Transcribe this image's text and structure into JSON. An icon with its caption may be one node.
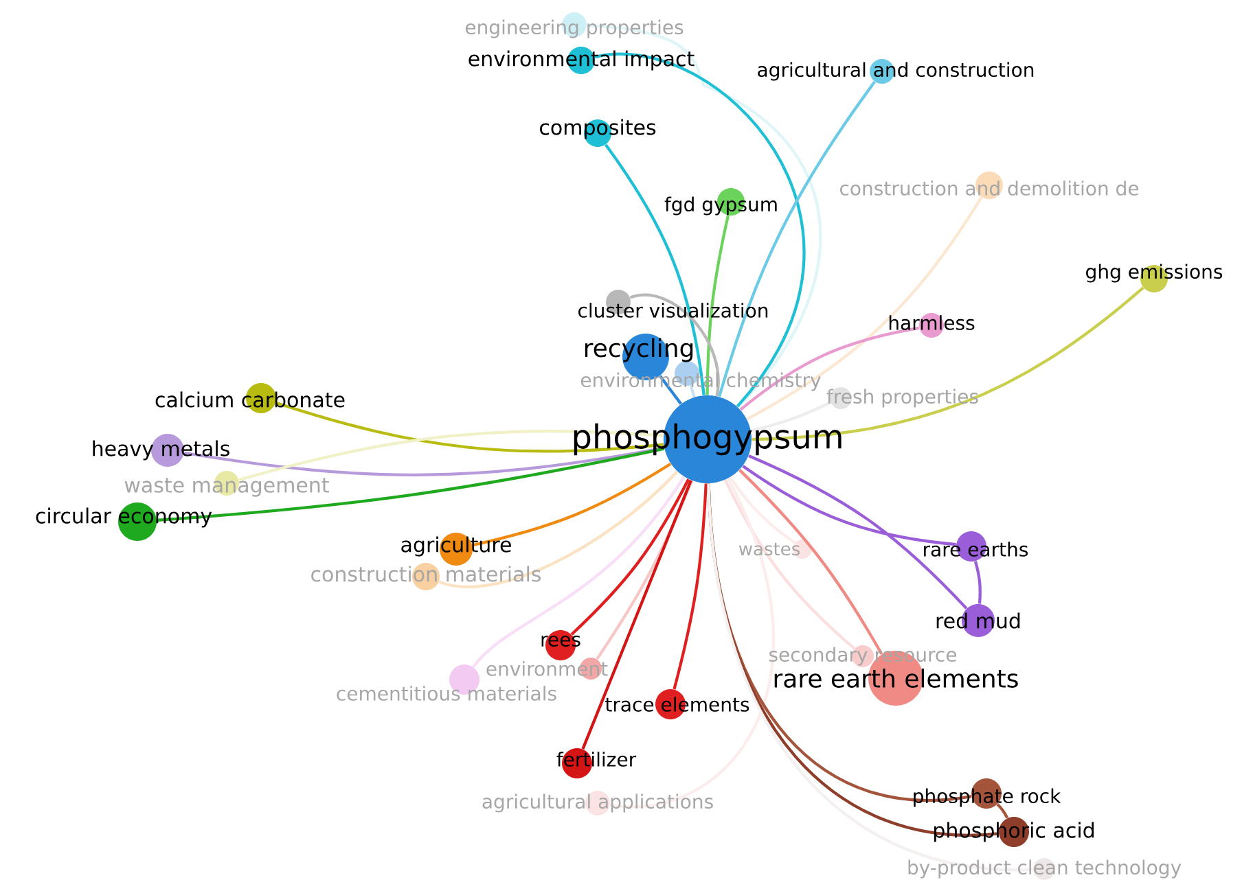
{
  "diagram": {
    "nodes": [
      {
        "text": [
          "engineering properties"
        ]
      },
      {
        "text": [
          "environmental impact"
        ]
      },
      {
        "text": [
          "agricultural and construction"
        ]
      },
      {
        "text": [
          "composites"
        ]
      },
      {
        "text": [
          "construction and demolition de"
        ]
      },
      {
        "text": [
          "fgd gypsum"
        ]
      },
      {
        "text": [
          "ghg emissions"
        ]
      },
      {
        "text": [
          "cluster visualization"
        ]
      },
      {
        "text": [
          "harmless"
        ]
      },
      {
        "text": [
          "recycling"
        ]
      },
      {
        "text": [
          "environmental chemistry"
        ]
      },
      {
        "text": [
          "fresh properties"
        ]
      },
      {
        "text": [
          "calcium carbonate"
        ]
      },
      {
        "text": [
          "phosphogypsum"
        ]
      },
      {
        "text": [
          "heavy metals"
        ]
      },
      {
        "text": [
          "waste management"
        ]
      },
      {
        "text": [
          "circular economy"
        ]
      },
      {
        "text": [
          "agriculture"
        ]
      },
      {
        "text": [
          "rare earths"
        ]
      },
      {
        "text": [
          "construction materials"
        ]
      },
      {
        "text": [
          "wastes"
        ]
      },
      {
        "text": [
          "red mud"
        ]
      },
      {
        "text": [
          "rees"
        ]
      },
      {
        "text": [
          "environment"
        ]
      },
      {
        "text": [
          "secondary resource"
        ]
      },
      {
        "text": [
          "cementitious materials"
        ]
      },
      {
        "text": [
          "rare earth elements"
        ]
      },
      {
        "text": [
          "trace elements"
        ]
      },
      {
        "text": [
          "fertilizer"
        ]
      },
      {
        "text": [
          "agricultural applications"
        ]
      },
      {
        "text": [
          "phosphate rock"
        ]
      },
      {
        "text": [
          "phosphoric acid"
        ]
      },
      {
        "text": [
          "by-product clean technology"
        ]
      }
    ],
    "edges": [
      {
        "from": 13,
        "to": 0,
        "arrow": "none",
        "color": "#dff5f8"
      },
      {
        "from": 13,
        "to": 1,
        "arrow": "none",
        "color": "#1fbfd6"
      },
      {
        "from": 13,
        "to": 2,
        "arrow": "none",
        "color": "#6bcbe6"
      },
      {
        "from": 13,
        "to": 3,
        "arrow": "none",
        "color": "#1fbfd6"
      },
      {
        "from": 13,
        "to": 4,
        "arrow": "none",
        "color": "#fce8d2"
      },
      {
        "from": 13,
        "to": 5,
        "arrow": "none",
        "color": "#6bd35c"
      },
      {
        "from": 13,
        "to": 6,
        "arrow": "none",
        "color": "#c9cf4c"
      },
      {
        "from": 13,
        "to": 7,
        "arrow": "none",
        "color": "#b8b8b8"
      },
      {
        "from": 13,
        "to": 8,
        "arrow": "none",
        "color": "#e99bd0"
      },
      {
        "from": 13,
        "to": 9,
        "arrow": "none",
        "color": "#2a86d9"
      },
      {
        "from": 13,
        "to": 10,
        "arrow": "none",
        "color": "#cae1f5"
      },
      {
        "from": 13,
        "to": 11,
        "arrow": "none",
        "color": "#ededed"
      },
      {
        "from": 13,
        "to": 12,
        "arrow": "none",
        "color": "#b8bb10"
      },
      {
        "from": 13,
        "to": 14,
        "arrow": "none",
        "color": "#b79adb"
      },
      {
        "from": 13,
        "to": 15,
        "arrow": "none",
        "color": "#f1f1c7"
      },
      {
        "from": 13,
        "to": 16,
        "arrow": "none",
        "color": "#1fa91f"
      },
      {
        "from": 13,
        "to": 17,
        "arrow": "none",
        "color": "#f08a10"
      },
      {
        "from": 13,
        "to": 18,
        "arrow": "none",
        "color": "#9a5ed9"
      },
      {
        "from": 13,
        "to": 19,
        "arrow": "none",
        "color": "#fbe2c3"
      },
      {
        "from": 13,
        "to": 20,
        "arrow": "none",
        "color": "#fceded"
      },
      {
        "from": 13,
        "to": 21,
        "arrow": "none",
        "color": "#9a5ed9"
      },
      {
        "from": 13,
        "to": 22,
        "arrow": "none",
        "color": "#e02020"
      },
      {
        "from": 13,
        "to": 23,
        "arrow": "none",
        "color": "#f7c7c7"
      },
      {
        "from": 13,
        "to": 24,
        "arrow": "none",
        "color": "#fbdfdf"
      },
      {
        "from": 13,
        "to": 25,
        "arrow": "none",
        "color": "#f8def7"
      },
      {
        "from": 13,
        "to": 26,
        "arrow": "none",
        "color": "#f08a85"
      },
      {
        "from": 13,
        "to": 27,
        "arrow": "none",
        "color": "#e02020"
      },
      {
        "from": 13,
        "to": 28,
        "arrow": "none",
        "color": "#d41515"
      },
      {
        "from": 13,
        "to": 29,
        "arrow": "none",
        "color": "#fceded"
      },
      {
        "from": 13,
        "to": 30,
        "arrow": "none",
        "color": "#a4543a"
      },
      {
        "from": 13,
        "to": 31,
        "arrow": "none",
        "color": "#8e3e2a"
      },
      {
        "from": 13,
        "to": 32,
        "arrow": "none",
        "color": "#f4f0f0"
      },
      {
        "from": 30,
        "to": 31,
        "arrow": "none",
        "color": "#a4543a"
      },
      {
        "from": 18,
        "to": 21,
        "arrow": "none",
        "color": "#9a5ed9"
      }
    ]
  }
}
